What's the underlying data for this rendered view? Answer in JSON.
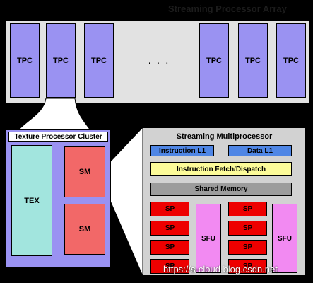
{
  "header": {
    "title": "Streaming Processor Array"
  },
  "gpu_array": {
    "tpc_labels": [
      "TPC",
      "TPC",
      "TPC",
      "TPC",
      "TPC",
      "TPC"
    ],
    "ellipsis": ". . ."
  },
  "texture_cluster": {
    "title": "Texture Processor Cluster",
    "tex_label": "TEX",
    "sm_labels": [
      "SM",
      "SM"
    ]
  },
  "streaming_multiprocessor": {
    "title": "Streaming Multiprocessor",
    "instruction_l1": "Instruction L1",
    "data_l1": "Data L1",
    "fetch_dispatch": "Instruction Fetch/Dispatch",
    "shared_memory": "Shared Memory",
    "sp_label": "SP",
    "sfu_label": "SFU"
  },
  "watermark": "https://s-cloud.blog.csdn.net"
}
